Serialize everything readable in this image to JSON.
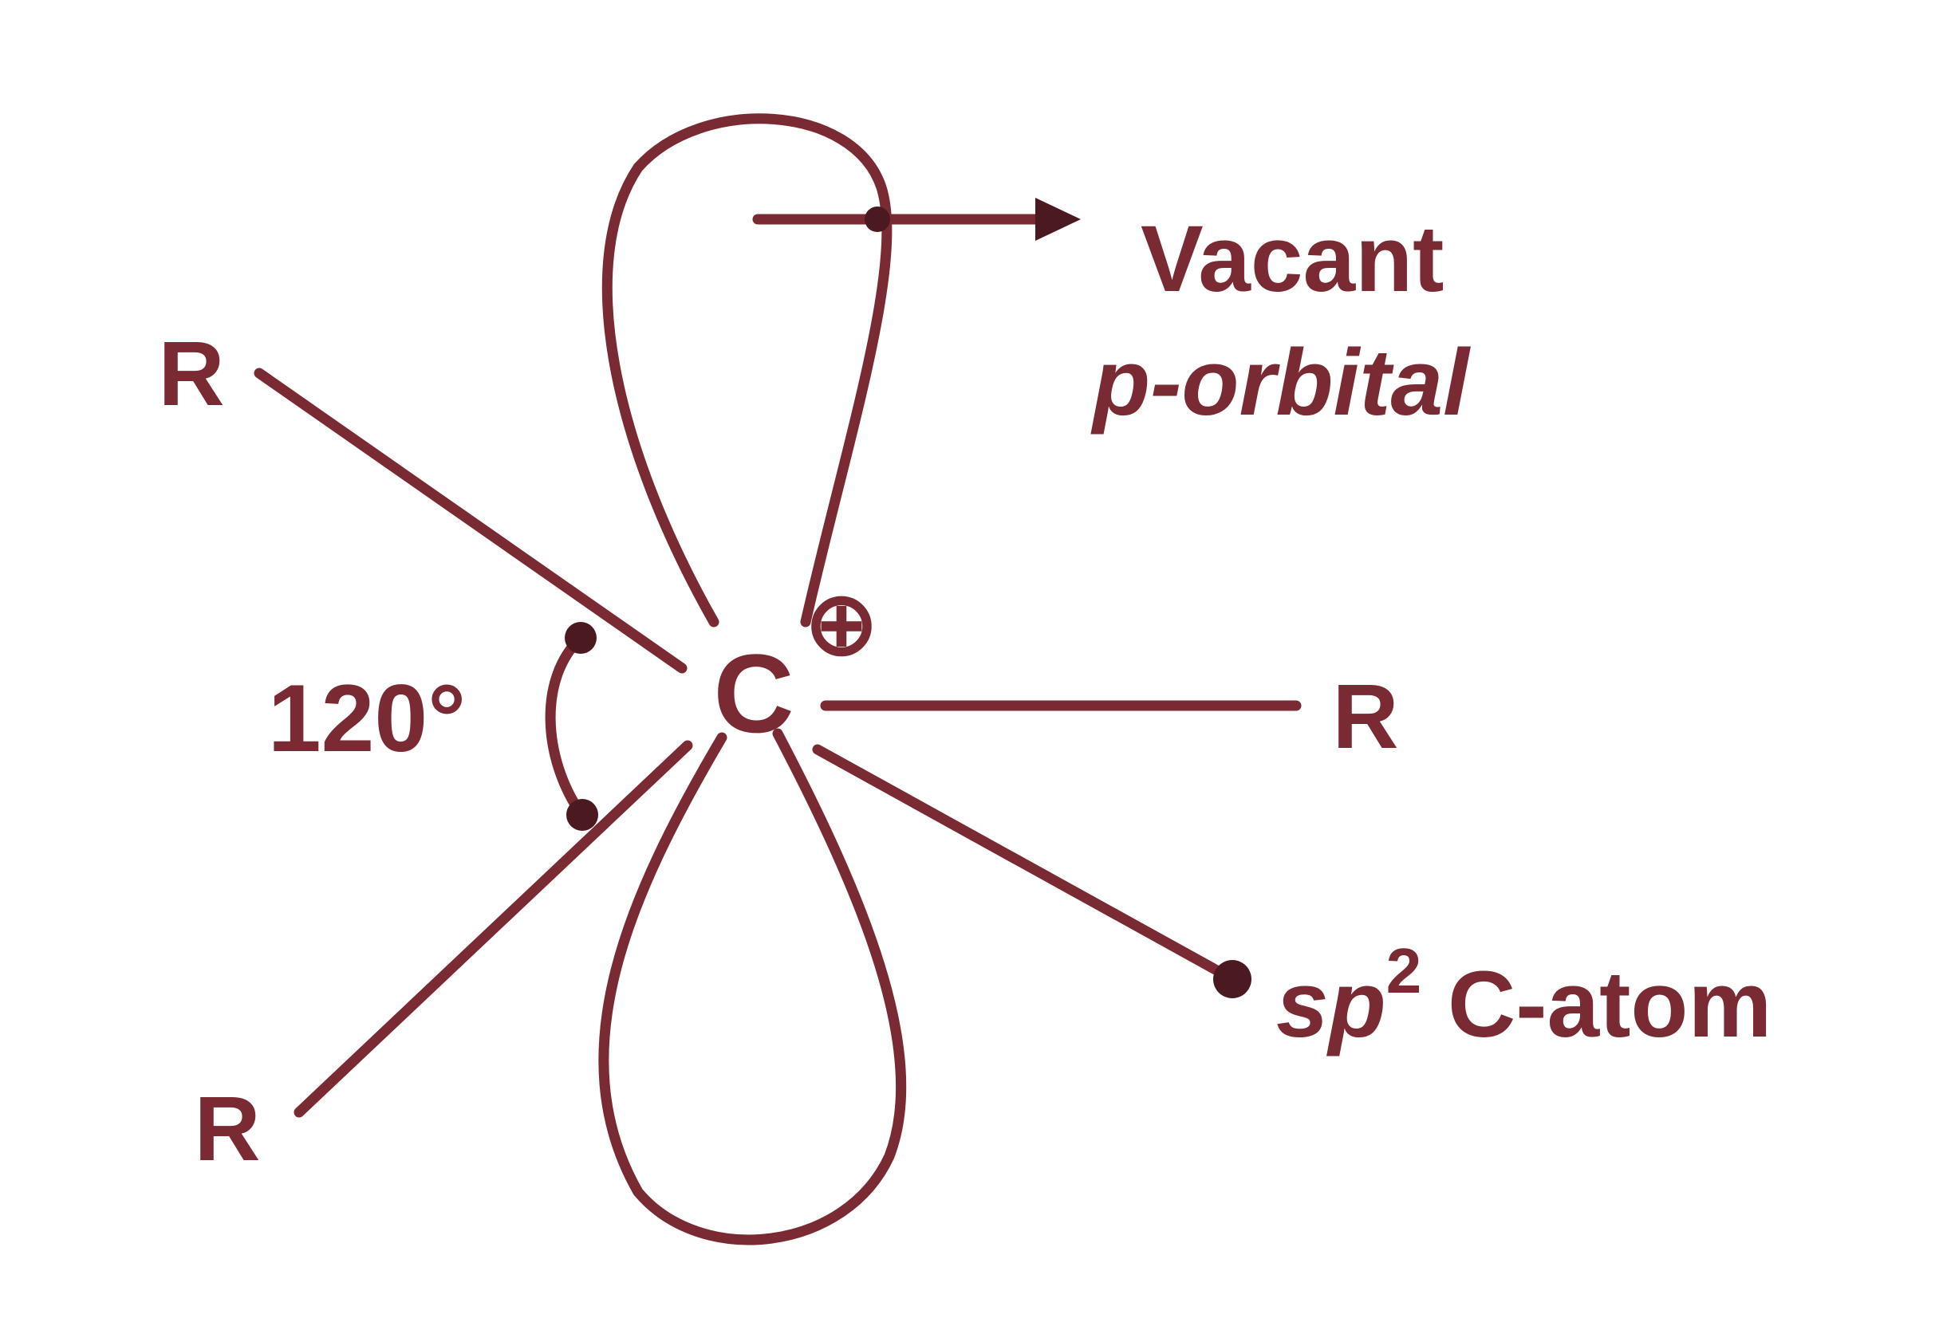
{
  "diagram": {
    "center_atom": "C",
    "substituent_labels": [
      "R",
      "R",
      "R"
    ],
    "angle_label": "120°",
    "charge_symbol": "⊕",
    "orbital_label_line1": "Vacant",
    "orbital_label_line2": "p-orbital",
    "hybrid_label_prefix": "sp",
    "hybrid_label_superscript": "2",
    "hybrid_label_suffix": " C-atom",
    "colors": {
      "ink": "#7a2a32",
      "dot": "#4a1a20",
      "background": "#ffffff"
    }
  }
}
